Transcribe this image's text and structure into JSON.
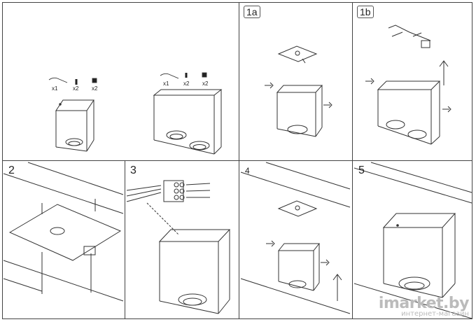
{
  "steps": {
    "s1a": "1a",
    "s1b": "1b",
    "s2": "2",
    "s3": "3",
    "s4": "4",
    "s5": "5"
  },
  "quantities": {
    "left": [
      "x1",
      "x2",
      "x2"
    ],
    "right": [
      "x1",
      "x2",
      "x2"
    ]
  },
  "watermark": {
    "brand": "imarket.by",
    "sub": "интернет-магазин"
  },
  "colors": {
    "stroke": "#333333",
    "grid": "#444444",
    "watermark": "#bbbbbb"
  }
}
